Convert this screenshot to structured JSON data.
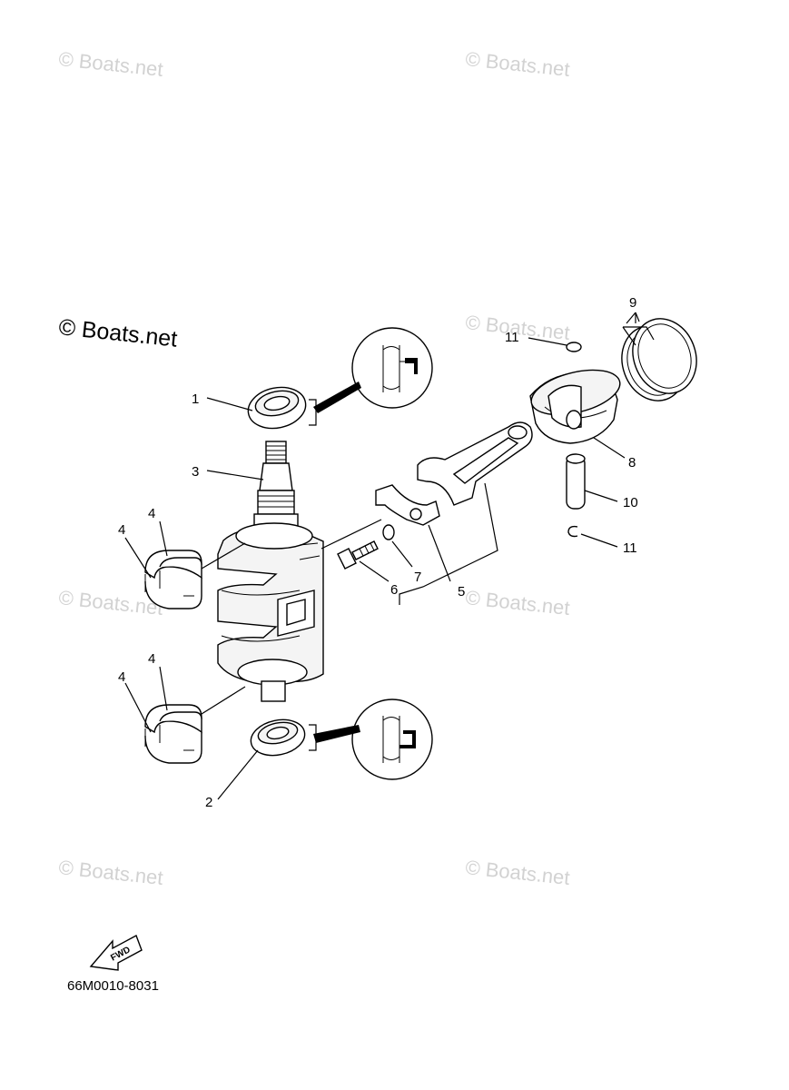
{
  "watermarks": {
    "repeat_text": "© Boats.net",
    "main_text": "© Boats.net"
  },
  "callouts": {
    "c1": "1",
    "c2": "2",
    "c3": "3",
    "c4a": "4",
    "c4b": "4",
    "c4c": "4",
    "c4d": "4",
    "c5": "5",
    "c6": "6",
    "c7": "7",
    "c8": "8",
    "c9": "9",
    "c10": "10",
    "c11a": "11",
    "c11b": "11"
  },
  "fwd_label": "FWD",
  "part_code": "66M0010-8031"
}
